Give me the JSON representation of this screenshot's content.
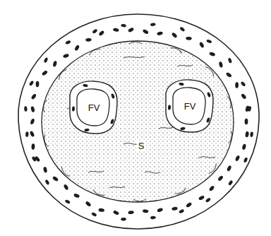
{
  "diagram": {
    "nodes": [
      {
        "text": [
          "S"
        ]
      },
      {
        "text": [
          "FV"
        ],
        "in": 0
      },
      {
        "text": [
          "FV"
        ],
        "in": 0
      }
    ]
  }
}
